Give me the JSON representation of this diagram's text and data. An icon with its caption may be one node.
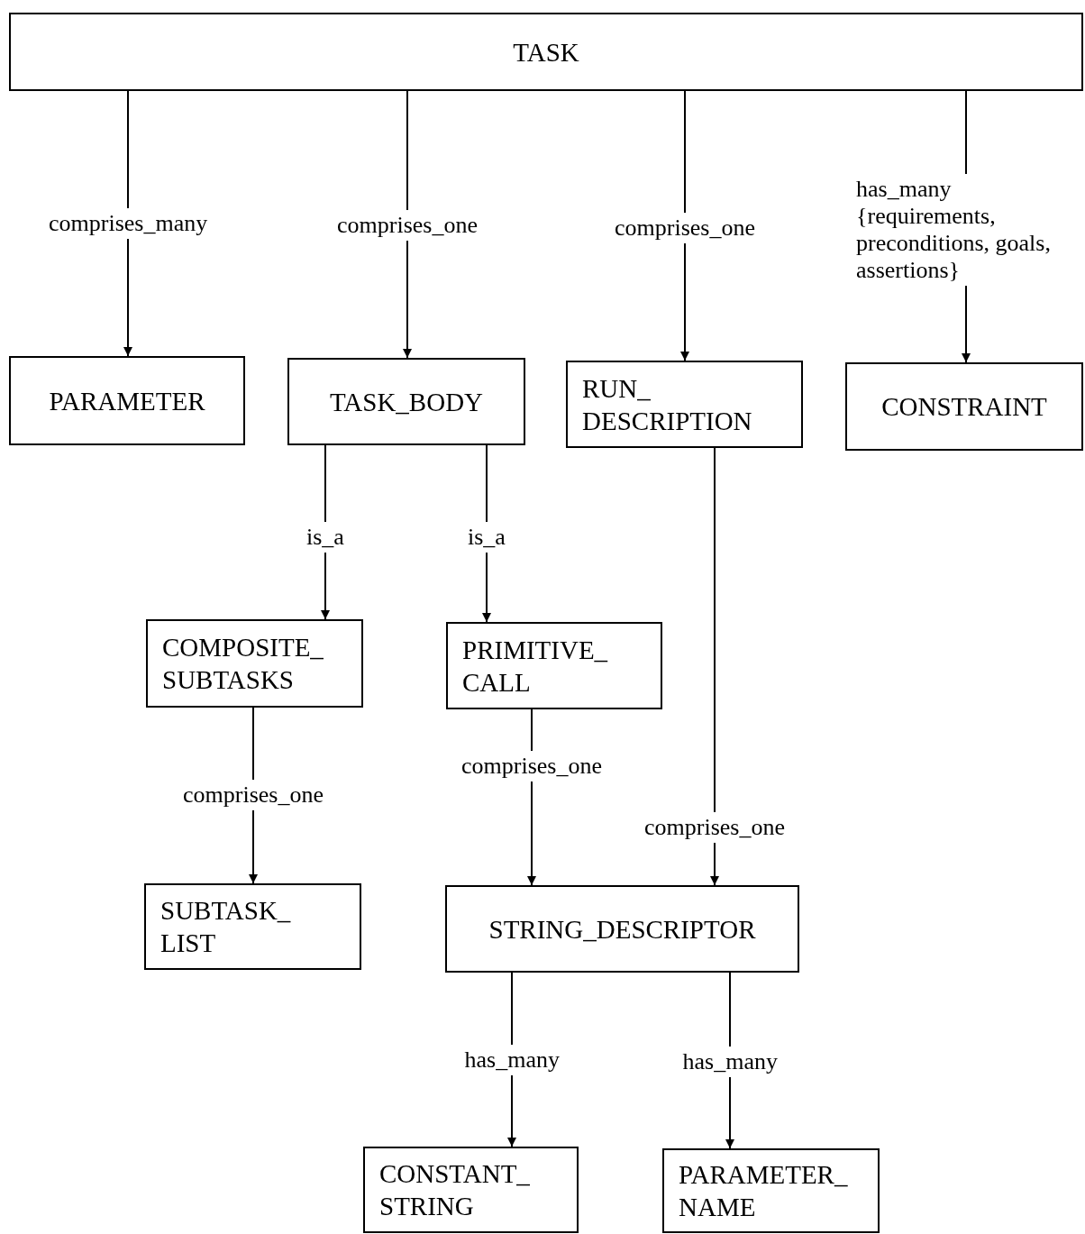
{
  "diagram": {
    "nodes": [
      {
        "text": [
          "TASK"
        ]
      },
      {
        "text": [
          "PARAMETER"
        ]
      },
      {
        "text": [
          "TASK_BODY"
        ]
      },
      {
        "text": [
          "RUN_ DESCRIPTION"
        ]
      },
      {
        "text": [
          "CONSTRAINT"
        ]
      },
      {
        "text": [
          "COMPOSITE_ SUBTASKS"
        ]
      },
      {
        "text": [
          "PRIMITIVE_ CALL"
        ]
      },
      {
        "text": [
          "SUBTASK_ LIST"
        ]
      },
      {
        "text": [
          "STRING_DESCRIPTOR"
        ]
      },
      {
        "text": [
          "CONSTANT_ STRING"
        ]
      },
      {
        "text": [
          "PARAMETER_ NAME"
        ]
      }
    ],
    "edges": [
      {
        "from": 0,
        "to": 1,
        "arrow": "to",
        "label": "comprises_many"
      },
      {
        "from": 0,
        "to": 2,
        "arrow": "to",
        "label": "comprises_one"
      },
      {
        "from": 0,
        "to": 3,
        "arrow": "to",
        "label": "comprises_one"
      },
      {
        "from": 0,
        "to": 4,
        "arrow": "to",
        "label": "has_many {requirements, preconditions, goals, assertions}"
      },
      {
        "from": 2,
        "to": 5,
        "arrow": "to",
        "label": "is_a"
      },
      {
        "from": 2,
        "to": 6,
        "arrow": "to",
        "label": "is_a"
      },
      {
        "from": 5,
        "to": 7,
        "arrow": "to",
        "label": "comprises_one"
      },
      {
        "from": 6,
        "to": 8,
        "arrow": "to",
        "label": "comprises_one"
      },
      {
        "from": 3,
        "to": 8,
        "arrow": "to",
        "label": "comprises_one"
      },
      {
        "from": 8,
        "to": 9,
        "arrow": "to",
        "label": "has_many"
      },
      {
        "from": 8,
        "to": 10,
        "arrow": "to",
        "label": "has_many"
      }
    ]
  }
}
